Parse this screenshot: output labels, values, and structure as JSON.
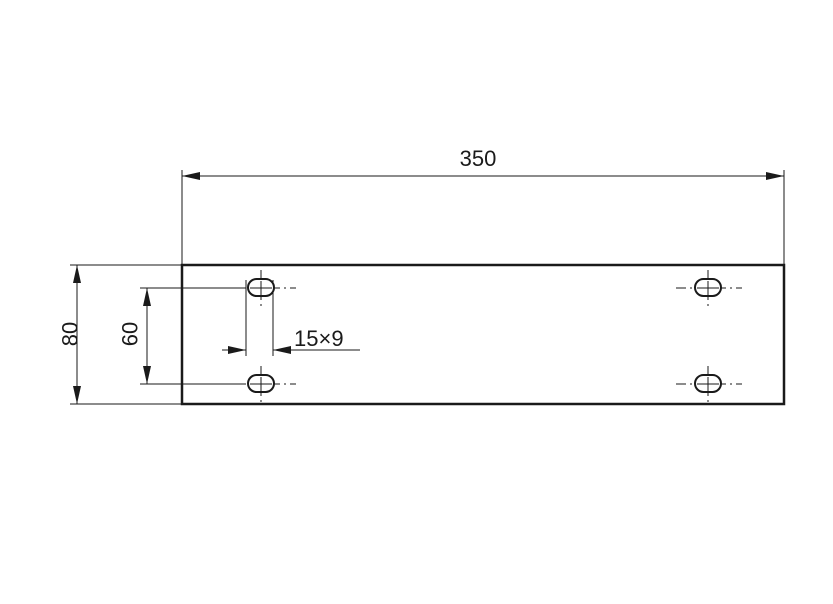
{
  "dimensions": {
    "length": "350",
    "height": "80",
    "hole_spacing": "60",
    "slot_size": "15×9"
  },
  "colors": {
    "line": "#1a1a1a",
    "background": "#ffffff"
  }
}
